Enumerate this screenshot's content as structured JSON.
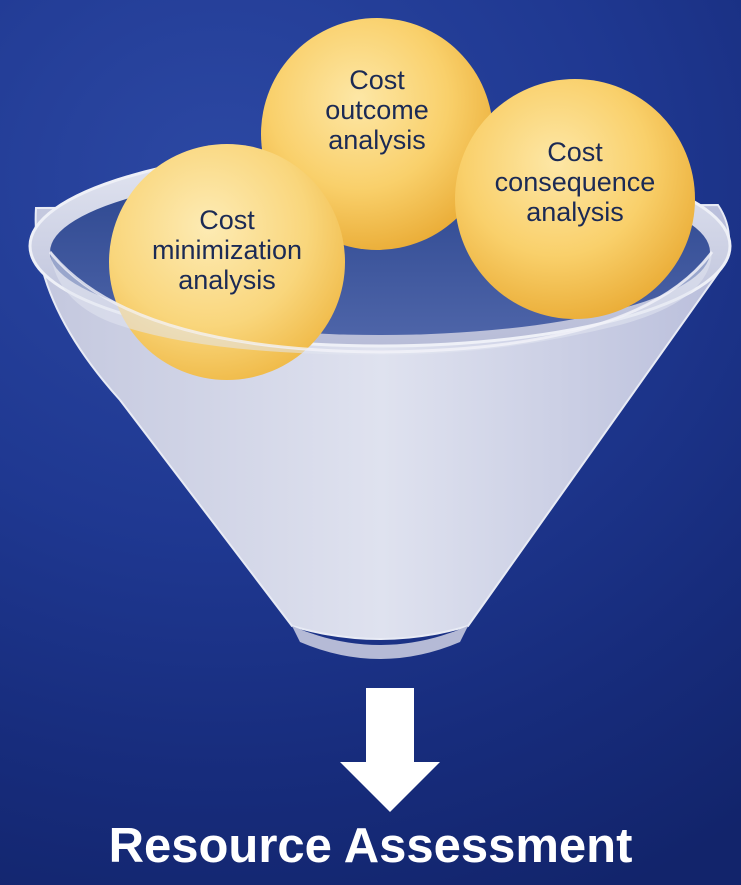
{
  "bubbles": {
    "outcome": {
      "line1": "Cost",
      "line2": "outcome",
      "line3": "analysis"
    },
    "consequence": {
      "line1": "Cost",
      "line2": "consequence",
      "line3": "analysis"
    },
    "minimization": {
      "line1": "Cost",
      "line2": "minimization",
      "line3": "analysis"
    }
  },
  "result": {
    "label": "Resource Assessment"
  },
  "colors": {
    "background": "#1f3891",
    "bubble": "#f7c75a",
    "funnel": "#c9cde3",
    "arrow": "#ffffff"
  }
}
